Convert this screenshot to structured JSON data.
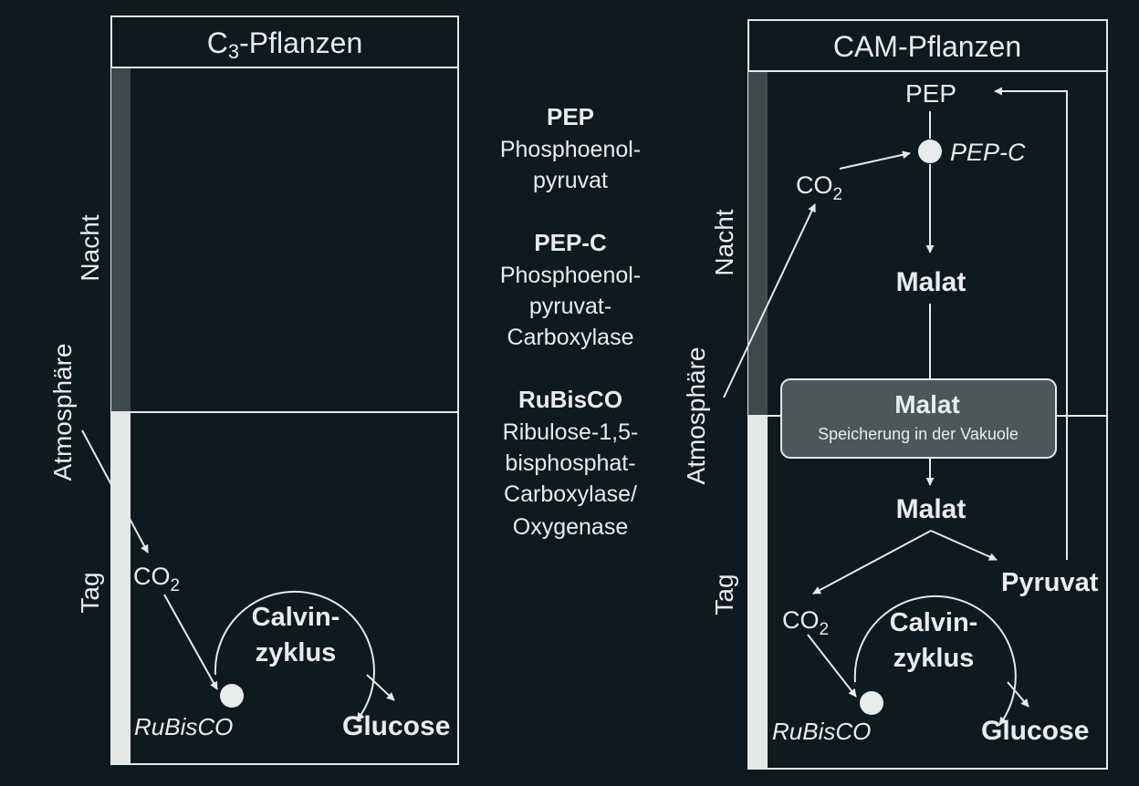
{
  "left_panel": {
    "title_prefix": "C",
    "title_sub": "3",
    "title_suffix": "-Pflanzen",
    "night_label": "Nacht",
    "day_label": "Tag",
    "atmosphere_label": "Atmosphäre",
    "co2_main": "CO",
    "co2_sub": "2",
    "cycle_line1": "Calvin-",
    "cycle_line2": "zyklus",
    "enzyme": "RuBisCO",
    "product": "Glucose"
  },
  "legend": {
    "pep_title": "PEP",
    "pep_line1": "Phosphoenol-",
    "pep_line2": "pyruvat",
    "pepc_title": "PEP-C",
    "pepc_line1": "Phosphoenol-",
    "pepc_line2": "pyruvat-",
    "pepc_line3": "Carboxylase",
    "rubisco_title": "RuBisCO",
    "rubisco_line1": "Ribulose-1,5-",
    "rubisco_line2": "bisphosphat-",
    "rubisco_line3": "Carboxylase/",
    "rubisco_line4": "Oxygenase"
  },
  "right_panel": {
    "title": "CAM-Pflanzen",
    "night_label": "Nacht",
    "day_label": "Tag",
    "atmosphere_label": "Atmosphäre",
    "pep": "PEP",
    "pepc": "PEP-C",
    "co2_main": "CO",
    "co2_sub": "2",
    "malat_night": "Malat",
    "vacuole_title": "Malat",
    "vacuole_subtitle": "Speicherung in der Vakuole",
    "malat_day": "Malat",
    "pyruvat": "Pyruvat",
    "co2_day_main": "CO",
    "co2_day_sub": "2",
    "cycle_line1": "Calvin-",
    "cycle_line2": "zyklus",
    "enzyme": "RuBisCO",
    "product": "Glucose"
  },
  "colors": {
    "background": "#0d1a20",
    "foreground": "#e9ecec",
    "night_bar": "#3c4a4c",
    "day_bar": "#e3e7e6",
    "vacuole_fill": "#4b5759"
  }
}
